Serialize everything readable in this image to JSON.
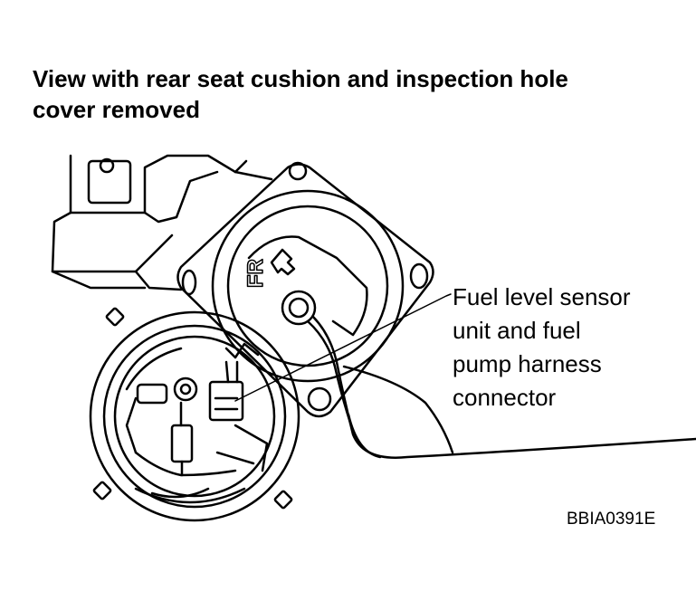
{
  "title": {
    "line1": "View with rear seat cushion and inspection hole",
    "line2": "cover removed"
  },
  "callout": {
    "lines": [
      "Fuel level sensor",
      "unit and fuel",
      "pump harness",
      "connector"
    ]
  },
  "figure_id": "BBIA0391E",
  "plate_marking": "FR"
}
